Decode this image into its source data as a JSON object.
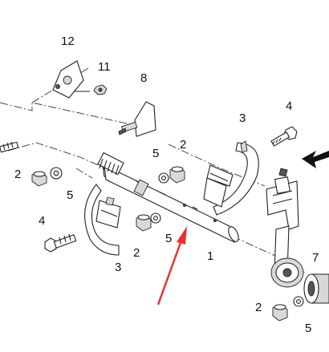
{
  "callouts": {
    "c12": "12",
    "c11": "11",
    "c8": "8",
    "c3a": "3",
    "c4a": "4",
    "c5a": "5",
    "c2a": "2",
    "c2b": "2",
    "c5b": "5",
    "c4b": "4",
    "c2c": "2",
    "c5c": "5",
    "c3b": "3",
    "c1": "1",
    "c7": "7",
    "c2d": "2",
    "c5d": "5"
  },
  "colors": {
    "red_arrow": "#e8312f",
    "black_arrow": "#111111"
  }
}
